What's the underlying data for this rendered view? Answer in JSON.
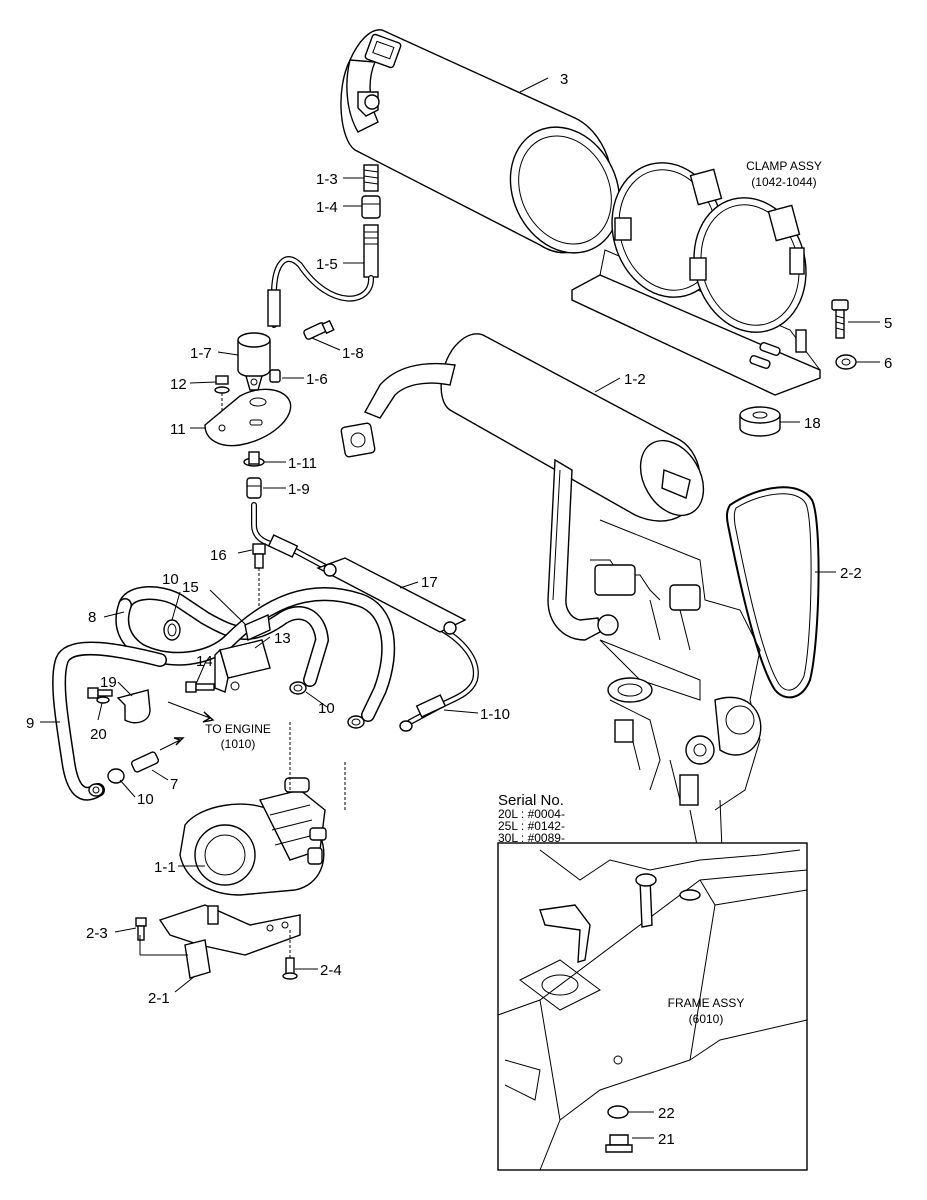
{
  "callouts": {
    "c3": "3",
    "c1_3": "1-3",
    "c1_4": "1-4",
    "c1_5": "1-5",
    "c1_7": "1-7",
    "c1_8": "1-8",
    "c12": "12",
    "c1_6": "1-6",
    "c11": "11",
    "c1_11": "1-11",
    "c1_9": "1-9",
    "c1_2": "1-2",
    "c5": "5",
    "c6": "6",
    "c18": "18",
    "c2_2": "2-2",
    "c16": "16",
    "c17": "17",
    "c10a": "10",
    "c15": "15",
    "c8": "8",
    "c13": "13",
    "c14": "14",
    "c19": "19",
    "c9": "9",
    "c20": "20",
    "c10b": "10",
    "c1_10": "1-10",
    "c7": "7",
    "c10c": "10",
    "c1_1": "1-1",
    "c2_3": "2-3",
    "c2_4": "2-4",
    "c2_1": "2-1",
    "c22": "22",
    "c21": "21"
  },
  "notes": {
    "clamp_line1": "CLAMP ASSY",
    "clamp_line2": "(1042-1044)",
    "engine_line1": "TO ENGINE",
    "engine_line2": "(1010)",
    "frame_line1": "FRAME ASSY",
    "frame_line2": "(6010)"
  },
  "serial": {
    "title": "Serial No.",
    "line1": "20L : #0004-",
    "line2": "25L : #0142-",
    "line3": "30L : #0089-"
  }
}
